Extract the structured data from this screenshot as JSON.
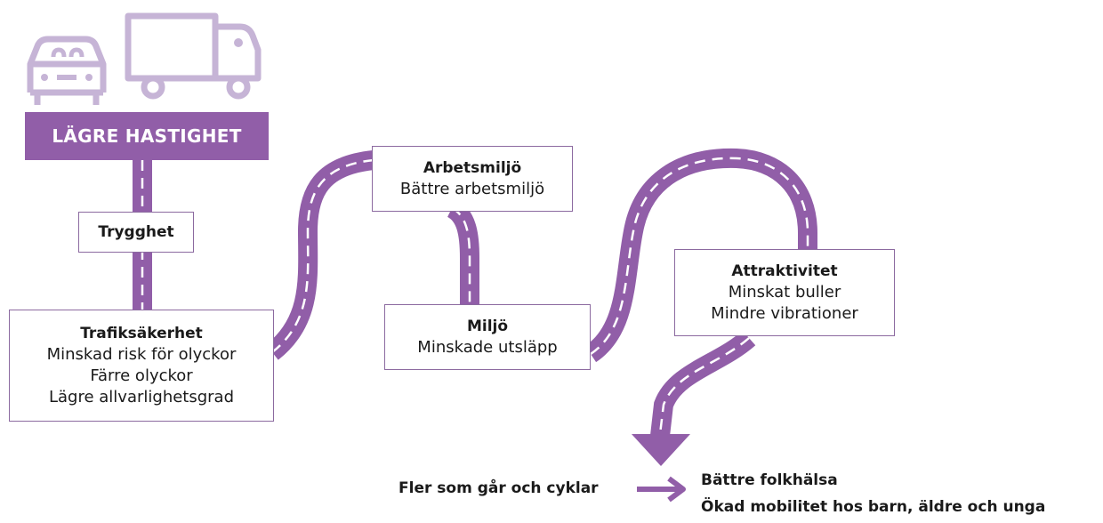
{
  "colors": {
    "road": "#915ea8",
    "icon": "#c6b4d6",
    "dash": "#ffffff",
    "border": "#8c6aa0"
  },
  "icons": [
    "car-icon",
    "truck-icon"
  ],
  "banner": "LÄGRE HASTIGHET",
  "trygghet": "Trygghet",
  "trafik": {
    "title": "Trafiksäkerhet",
    "lines": [
      "Minskad risk för olyckor",
      "Färre olyckor",
      "Lägre allvarlighetsgrad"
    ]
  },
  "arbete": {
    "title": "Arbetsmiljö",
    "lines": [
      "Bättre arbetsmiljö"
    ]
  },
  "miljo": {
    "title": "Miljö",
    "lines": [
      "Minskade utsläpp"
    ]
  },
  "attrakt": {
    "title": "Attraktivitet",
    "lines": [
      "Minskat buller",
      "Mindre vibrationer"
    ]
  },
  "fler": "Fler som går och cyklar",
  "outcome": {
    "line1": "Bättre folkhälsa",
    "line2": "Ökad mobilitet hos barn, äldre och unga"
  }
}
